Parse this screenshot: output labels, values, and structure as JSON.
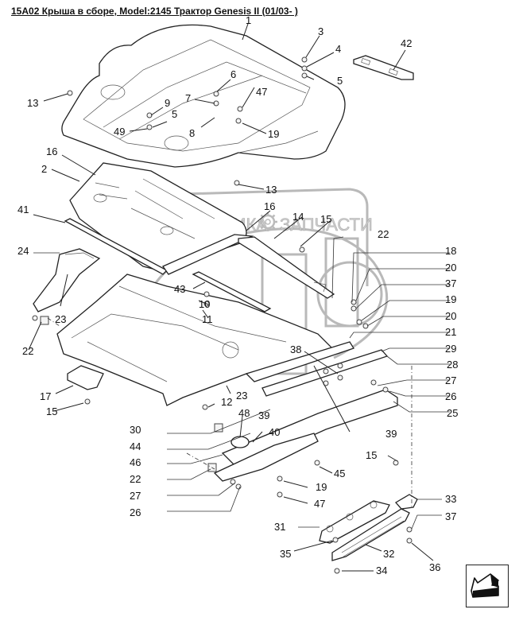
{
  "page": {
    "title": "15A02 Крыша в сборе, Model:2145 Трактор Genesis II (01/03- )"
  },
  "watermark": {
    "text_left": "ТЕХНИКА",
    "text_right": "ЗАПЧАСТИ",
    "gear_icon": "gear-icon"
  },
  "callouts": [
    {
      "id": "c1",
      "label": "1"
    },
    {
      "id": "c3",
      "label": "3"
    },
    {
      "id": "c4",
      "label": "4"
    },
    {
      "id": "c5a",
      "label": "5"
    },
    {
      "id": "c42",
      "label": "42"
    },
    {
      "id": "c6",
      "label": "6"
    },
    {
      "id": "c7",
      "label": "7"
    },
    {
      "id": "c47a",
      "label": "47"
    },
    {
      "id": "c13a",
      "label": "13"
    },
    {
      "id": "c9",
      "label": "9"
    },
    {
      "id": "c5b",
      "label": "5"
    },
    {
      "id": "c49",
      "label": "49"
    },
    {
      "id": "c8",
      "label": "8"
    },
    {
      "id": "c19a",
      "label": "19"
    },
    {
      "id": "c16a",
      "label": "16"
    },
    {
      "id": "c2",
      "label": "2"
    },
    {
      "id": "c13b",
      "label": "13"
    },
    {
      "id": "c41",
      "label": "41"
    },
    {
      "id": "c16b",
      "label": "16"
    },
    {
      "id": "c14",
      "label": "14"
    },
    {
      "id": "c15a",
      "label": "15"
    },
    {
      "id": "c22a",
      "label": "22"
    },
    {
      "id": "c24",
      "label": "24"
    },
    {
      "id": "c18",
      "label": "18"
    },
    {
      "id": "c20a",
      "label": "20"
    },
    {
      "id": "c43",
      "label": "43"
    },
    {
      "id": "c37a",
      "label": "37"
    },
    {
      "id": "c10",
      "label": "10"
    },
    {
      "id": "c19b",
      "label": "19"
    },
    {
      "id": "c11",
      "label": "11"
    },
    {
      "id": "c23a",
      "label": "23"
    },
    {
      "id": "c20b",
      "label": "20"
    },
    {
      "id": "c22b",
      "label": "22"
    },
    {
      "id": "c21",
      "label": "21"
    },
    {
      "id": "c38",
      "label": "38"
    },
    {
      "id": "c29",
      "label": "29"
    },
    {
      "id": "c28",
      "label": "28"
    },
    {
      "id": "c17",
      "label": "17"
    },
    {
      "id": "c27a",
      "label": "27"
    },
    {
      "id": "c23b",
      "label": "23"
    },
    {
      "id": "c26a",
      "label": "26"
    },
    {
      "id": "c15b",
      "label": "15"
    },
    {
      "id": "c12",
      "label": "12"
    },
    {
      "id": "c48",
      "label": "48"
    },
    {
      "id": "c39a",
      "label": "39"
    },
    {
      "id": "c25",
      "label": "25"
    },
    {
      "id": "c30",
      "label": "30"
    },
    {
      "id": "c40",
      "label": "40"
    },
    {
      "id": "c39b",
      "label": "39"
    },
    {
      "id": "c44",
      "label": "44"
    },
    {
      "id": "c46",
      "label": "46"
    },
    {
      "id": "c15c",
      "label": "15"
    },
    {
      "id": "c45",
      "label": "45"
    },
    {
      "id": "c22c",
      "label": "22"
    },
    {
      "id": "c19c",
      "label": "19"
    },
    {
      "id": "c27b",
      "label": "27"
    },
    {
      "id": "c47b",
      "label": "47"
    },
    {
      "id": "c33",
      "label": "33"
    },
    {
      "id": "c26b",
      "label": "26"
    },
    {
      "id": "c37b",
      "label": "37"
    },
    {
      "id": "c31",
      "label": "31"
    },
    {
      "id": "c32",
      "label": "32"
    },
    {
      "id": "c35",
      "label": "35"
    },
    {
      "id": "c36",
      "label": "36"
    },
    {
      "id": "c34",
      "label": "34"
    }
  ],
  "navigation": {
    "back_button_icon": "arrow-back-icon"
  }
}
